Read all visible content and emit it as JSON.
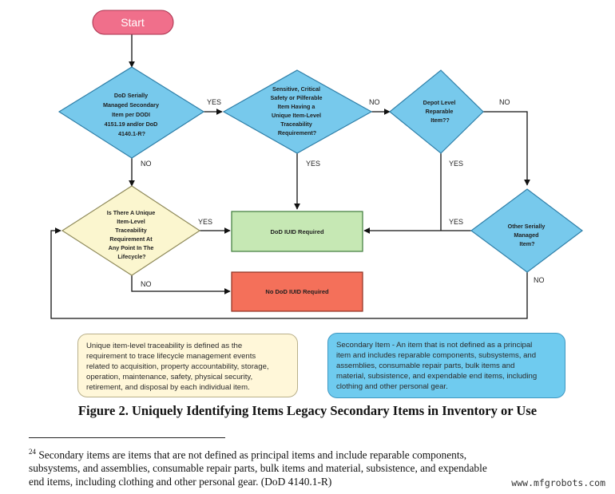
{
  "start": {
    "label": "Start"
  },
  "decisions": {
    "serially_managed": [
      "DoD Serially",
      "Managed Secondary",
      "Item per DODI",
      "4151.19 and/or DoD",
      "4140.1-R?"
    ],
    "sensitive": [
      "Sensitive, Critical",
      "Safety or Pilferable",
      "Item Having a",
      "Unique Item-Level",
      "Traceability",
      "Requirement?"
    ],
    "depot": [
      "Depot Level",
      "Reparable",
      "Item??"
    ],
    "traceability": [
      "Is There A Unique",
      "Item-Level",
      "Traceability",
      "Requirement At",
      "Any Point In The",
      "Lifecycle?"
    ],
    "other_serial": [
      "Other Serially",
      "Managed",
      "Item?"
    ]
  },
  "outcomes": {
    "iuid_required": "DoD IUID Required",
    "no_iuid": "No DoD IUID Required"
  },
  "edge_labels": {
    "yes": "YES",
    "no": "NO"
  },
  "notes": {
    "left": [
      "Unique item-level traceability is defined as the",
      "requirement to trace lifecycle management events",
      "related to acquisition, property accountability, storage,",
      "operation, maintenance, safety, physical security,",
      "retirement, and disposal by each individual item."
    ],
    "right": [
      "Secondary Item - An item that is not defined as a principal",
      "item and includes reparable components, subsystems, and",
      "assemblies, consumable repair parts, bulk items and",
      "material, subsistence, and expendable end items, including",
      "clothing and other personal gear."
    ]
  },
  "caption": "Figure 2.  Uniquely Identifying Items Legacy Secondary Items in Inventory or Use",
  "footnote": {
    "number": "24",
    "lines": [
      " Secondary items are items that are not defined as principal items and include reparable components,",
      "subsystems, and assemblies, consumable repair parts, bulk items and material, subsistence, and expendable",
      "end items, including clothing and other personal gear. (DoD 4140.1-R)"
    ]
  },
  "watermark": "www.mfgrobots.com",
  "colors": {
    "start_fill": "#f06f8b",
    "decision_blue": "#77c9ec",
    "decision_yellow": "#fbf6cf",
    "iuid_green": "#c6e8b4",
    "no_iuid_red": "#f4705a",
    "line": "#111111"
  }
}
